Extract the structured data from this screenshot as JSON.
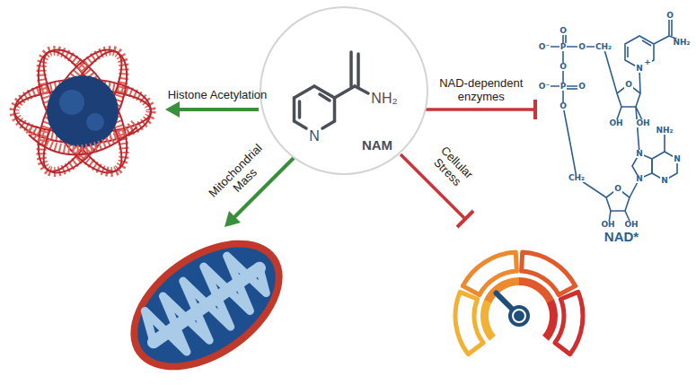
{
  "diagram": {
    "nodes": [
      {
        "text": [
          "NAM",
          "N",
          "NH₂"
        ]
      },
      {
        "text": [
          "NAD*"
        ]
      }
    ],
    "edges": [
      {
        "from": 0,
        "to": 1,
        "arrow": "to",
        "label": "NAD-dependent enzymes"
      }
    ],
    "labels": [
      "Histone Acetylation",
      "Mitochondrial Mass",
      "Cellular Stress",
      "O",
      "O⁻",
      "P",
      "O",
      "CH₂",
      "O",
      "O⁻",
      "P",
      "O",
      "O",
      "CH₂",
      "OH",
      "OH",
      "N",
      "+",
      "O",
      "NH₂",
      "NH₂",
      "N",
      "N",
      "N",
      "N",
      "O",
      "O",
      "OH",
      "OH"
    ]
  }
}
